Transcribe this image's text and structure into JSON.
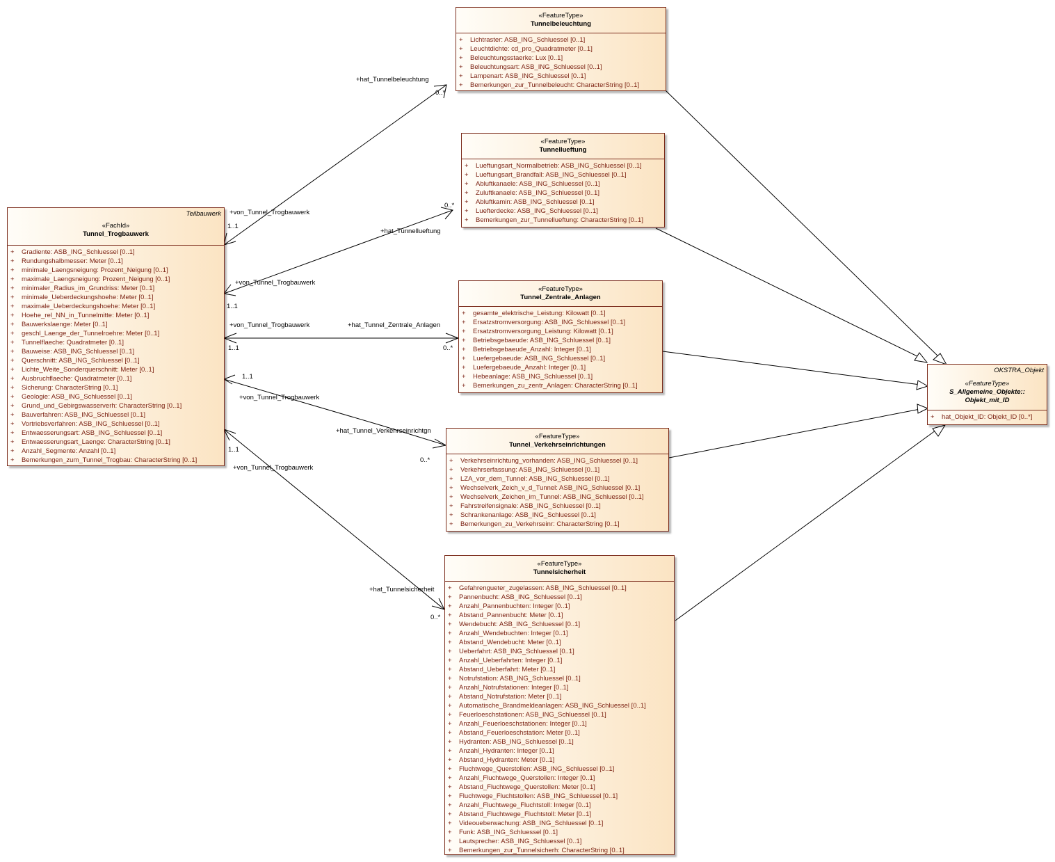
{
  "classes": {
    "trog": {
      "package": "Teilbauwerk",
      "stereotype": "«FachId»",
      "name": "Tunnel_Trogbauwerk",
      "attributes": [
        "Gradiente: ASB_ING_Schluessel [0..1]",
        "Rundungshalbmesser: Meter [0..1]",
        "minimale_Laengsneigung: Prozent_Neigung [0..1]",
        "maximale_Laengsneigung: Prozent_Neigung [0..1]",
        "minimaler_Radius_im_Grundriss: Meter [0..1]",
        "minimale_Ueberdeckungshoehe: Meter [0..1]",
        "maximale_Ueberdeckungshoehe: Meter [0..1]",
        "Hoehe_rel_NN_in_Tunnelmitte: Meter [0..1]",
        "Bauwerkslaenge: Meter [0..1]",
        "geschl_Laenge_der_Tunnelroehre: Meter [0..1]",
        "Tunnelflaeche: Quadratmeter [0..1]",
        "Bauweise: ASB_ING_Schluessel [0..1]",
        "Querschnitt: ASB_ING_Schluessel [0..1]",
        "Lichte_Weite_Sonderquerschnitt: Meter [0..1]",
        "Ausbruchflaeche: Quadratmeter [0..1]",
        "Sicherung: CharacterString [0..1]",
        "Geologie: ASB_ING_Schluessel [0..1]",
        "Grund_und_Gebirgswasserverh: CharacterString [0..1]",
        "Bauverfahren: ASB_ING_Schluessel [0..1]",
        "Vortriebsverfahren: ASB_ING_Schluessel [0..1]",
        "Entwaesserungsart: ASB_ING_Schluessel [0..1]",
        "Entwaesserungsart_Laenge: CharacterString [0..1]",
        "Anzahl_Segmente: Anzahl [0..1]",
        "Bemerkungen_zum_Tunnel_Trogbau: CharacterString [0..1]"
      ]
    },
    "beleuchtung": {
      "stereotype": "«FeatureType»",
      "name": "Tunnelbeleuchtung",
      "attributes": [
        "Lichtraster: ASB_ING_Schluessel [0..1]",
        "Leuchtdichte: cd_pro_Quadratmeter [0..1]",
        "Beleuchtungsstaerke: Lux [0..1]",
        "Beleuchtungsart: ASB_ING_Schluessel [0..1]",
        "Lampenart: ASB_ING_Schluessel [0..1]",
        "Bemerkungen_zur_Tunnelbeleucht: CharacterString [0..1]"
      ]
    },
    "lueftung": {
      "stereotype": "«FeatureType»",
      "name": "Tunnellueftung",
      "attributes": [
        "Lueftungsart_Normalbetrieb: ASB_ING_Schluessel [0..1]",
        "Lueftungsart_Brandfall: ASB_ING_Schluessel [0..1]",
        "Abluftkanaele: ASB_ING_Schluessel [0..1]",
        "Zuluftkanaele: ASB_ING_Schluessel [0..1]",
        "Abluftkamin: ASB_ING_Schluessel [0..1]",
        "Luefterdecke: ASB_ING_Schluessel [0..1]",
        "Bemerkungen_zur_Tunnellueftung: CharacterString [0..1]"
      ]
    },
    "zentrale": {
      "stereotype": "«FeatureType»",
      "name": "Tunnel_Zentrale_Anlagen",
      "attributes": [
        "gesamte_elektrische_Leistung: Kilowatt [0..1]",
        "Ersatzstromversorgung: ASB_ING_Schluessel [0..1]",
        "Ersatzstromversorgung_Leistung: Kilowatt [0..1]",
        "Betriebsgebaeude: ASB_ING_Schluessel [0..1]",
        "Betriebsgebaeude_Anzahl: Integer [0..1]",
        "Luefergebaeude: ASB_ING_Schluessel [0..1]",
        "Luefergebaeude_Anzahl: Integer [0..1]",
        "Hebeanlage: ASB_ING_Schluessel [0..1]",
        "Bemerkungen_zu_zentr_Anlagen: CharacterString [0..1]"
      ]
    },
    "verkehr": {
      "stereotype": "«FeatureType»",
      "name": "Tunnel_Verkehrseinrichtungen",
      "attributes": [
        "Verkehrseinrichtung_vorhanden: ASB_ING_Schluessel [0..1]",
        "Verkehrserfassung: ASB_ING_Schluessel [0..1]",
        "LZA_vor_dem_Tunnel: ASB_ING_Schluessel [0..1]",
        "Wechselverk_Zeich_v_d_Tunnel: ASB_ING_Schluessel [0..1]",
        "Wechselverk_Zeichen_im_Tunnel: ASB_ING_Schluessel [0..1]",
        "Fahrstreifensignale: ASB_ING_Schluessel [0..1]",
        "Schrankenanlage: ASB_ING_Schluessel [0..1]",
        "Bemerkungen_zu_Verkehrseinr: CharacterString [0..1]"
      ]
    },
    "sicherheit": {
      "stereotype": "«FeatureType»",
      "name": "Tunnelsicherheit",
      "attributes": [
        "Gefahrengueter_zugelassen: ASB_ING_Schluessel [0..1]",
        "Pannenbucht: ASB_ING_Schluessel [0..1]",
        "Anzahl_Pannenbuchten: Integer [0..1]",
        "Abstand_Pannenbucht: Meter [0..1]",
        "Wendebucht: ASB_ING_Schluessel [0..1]",
        "Anzahl_Wendebuchten: Integer [0..1]",
        "Abstand_Wendebucht: Meter [0..1]",
        "Ueberfahrt: ASB_ING_Schluessel [0..1]",
        "Anzahl_Ueberfahrten: Integer [0..1]",
        "Abstand_Ueberfahrt: Meter [0..1]",
        "Notrufstation: ASB_ING_Schluessel [0..1]",
        "Anzahl_Notrufstationen: Integer [0..1]",
        "Abstand_Notrufstation: Meter [0..1]",
        "Automatische_Brandmeldeanlagen: ASB_ING_Schluessel [0..1]",
        "Feuerloeschstationen: ASB_ING_Schluessel [0..1]",
        "Anzahl_Feuerloeschstationen: Integer [0..1]",
        "Abstand_Feuerloeschstation: Meter [0..1]",
        "Hydranten: ASB_ING_Schluessel [0..1]",
        "Anzahl_Hydranten: Integer [0..1]",
        "Abstand_Hydranten: Meter [0..1]",
        "Fluchtwege_Querstollen: ASB_ING_Schluessel [0..1]",
        "Anzahl_Fluchtwege_Querstollen: Integer [0..1]",
        "Abstand_Fluchtwege_Querstollen: Meter [0..1]",
        "Fluchtwege_Fluchtstollen: ASB_ING_Schluessel [0..1]",
        "Anzahl_Fluchtwege_Fluchtstoll: Integer [0..1]",
        "Abstand_Fluchtwege_Fluchtstoll: Meter [0..1]",
        "Videoueberwachung: ASB_ING_Schluessel [0..1]",
        "Funk: ASB_ING_Schluessel [0..1]",
        "Lautsprecher: ASB_ING_Schluessel [0..1]",
        "Bemerkungen_zur_Tunnelsicherh: CharacterString [0..1]"
      ]
    },
    "objekt": {
      "package": "OKSTRA_Objekt",
      "stereotype": "«FeatureType»",
      "name_line1": "S_Allgemeine_Objekte::",
      "name_line2": "Objekt_mit_ID",
      "attributes": [
        "hat_Objekt_ID: Objekt_ID [0..*]"
      ]
    }
  },
  "visibility": "+",
  "labels": {
    "beleuchtung_role": "+hat_Tunnelbeleuchtung",
    "beleuchtung_mult": "0..*",
    "beleuchtung_back_role": "+von_Tunnel_Trogbauwerk",
    "beleuchtung_back_mult": "1..1",
    "lueftung_role": "+hat_Tunnellueftung",
    "lueftung_mult": "0..*",
    "lueftung_back_role": "+von_Tunnel_Trogbauwerk",
    "lueftung_back_mult": "1..1",
    "zentrale_role": "+hat_Tunnel_Zentrale_Anlagen",
    "zentrale_mult": "0..*",
    "zentrale_back_role": "+von_Tunnel_Trogbauwerk",
    "zentrale_back_mult": "1..1",
    "verkehr_role": "+hat_Tunnel_Verkehrseinrichtgn",
    "verkehr_mult": "0..*",
    "verkehr_back_role": "+von_Tunnel_Trogbauwerk",
    "verkehr_back_mult": "1..1",
    "sicherheit_role": "+hat_Tunnelsicherheit",
    "sicherheit_mult": "0..*",
    "sicherheit_back_role": "+von_Tunnel_Trogbauwerk",
    "sicherheit_back_mult": "1..1"
  }
}
